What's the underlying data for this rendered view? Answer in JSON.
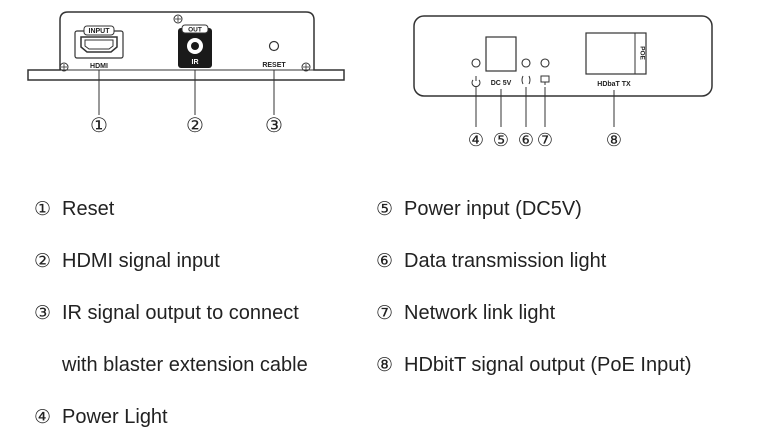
{
  "device_left": {
    "ports": {
      "hdmi_input_tag": "INPUT",
      "hdmi_label": "HDMI",
      "ir_out_tag": "OUT",
      "ir_label": "IR",
      "reset_label": "RESET"
    },
    "callouts": [
      "①",
      "②",
      "③"
    ]
  },
  "device_right": {
    "ports": {
      "dc_label": "DC 5V",
      "poe_label": "POE",
      "hdbt_label": "HDbaT TX"
    },
    "callouts": [
      "④",
      "⑤",
      "⑥",
      "⑦",
      "⑧"
    ]
  },
  "legend": {
    "left": [
      {
        "num": "①",
        "label": "Reset"
      },
      {
        "num": "②",
        "label": "HDMI signal input"
      },
      {
        "num": "③",
        "label": "IR signal output to connect"
      },
      {
        "num": "",
        "label": "with blaster extension cable"
      },
      {
        "num": "④",
        "label": "Power Light"
      }
    ],
    "right": [
      {
        "num": "⑤",
        "label": "Power input (DC5V)"
      },
      {
        "num": "⑥",
        "label": "Data transmission light"
      },
      {
        "num": "⑦",
        "label": "Network link light"
      },
      {
        "num": "⑧",
        "label": "HDbitT signal output (PoE Input)"
      }
    ]
  }
}
